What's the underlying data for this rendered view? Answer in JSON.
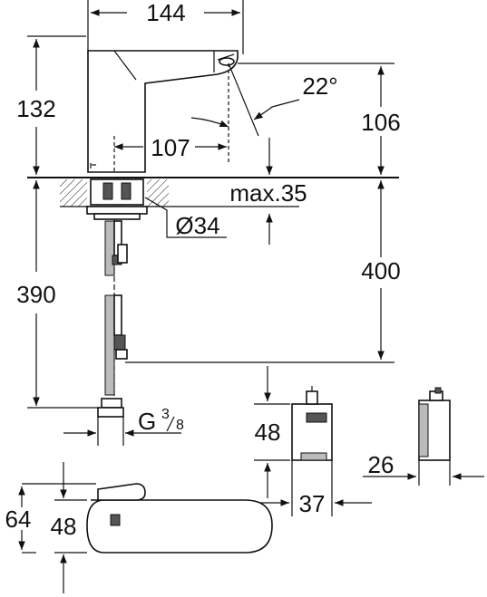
{
  "dimensions": {
    "spout_length": "144",
    "total_height": "132",
    "spray_angle": "22°",
    "outlet_height": "106",
    "outlet_reach": "107",
    "max_thickness": "max.35",
    "hole_diameter": "Ø34",
    "hose_length": "390",
    "hose_reach": "400",
    "thread_label": "G",
    "thread_num": "3",
    "thread_den": "8",
    "box_height": "48",
    "box_width": "37",
    "box_depth": "26",
    "top_depth": "64",
    "top_width": "48"
  }
}
